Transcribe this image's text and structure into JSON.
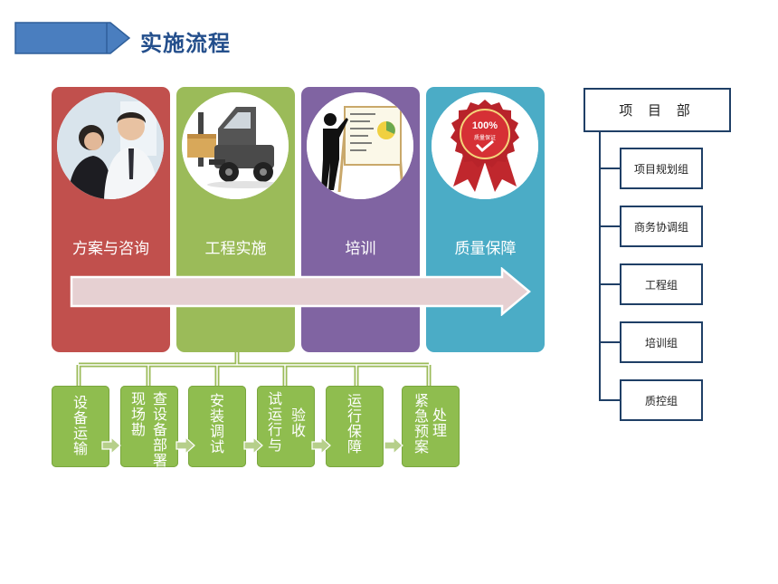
{
  "header": {
    "title": "实施流程"
  },
  "columns": [
    {
      "label": "方案与咨询",
      "color": "#c1504d",
      "image": "business-people-image"
    },
    {
      "label": "工程实施",
      "color": "#9bbb59",
      "image": "forklift-image"
    },
    {
      "label": "培训",
      "color": "#8064a2",
      "image": "presentation-board-image"
    },
    {
      "label": "质量保障",
      "color": "#4bacc6",
      "image": "quality-seal-image",
      "seal_text": "100%",
      "seal_subtext": "质量保证"
    }
  ],
  "steps": [
    {
      "label": "设备运输"
    },
    {
      "label": "现场勘查设备部署"
    },
    {
      "label": "安装调试"
    },
    {
      "label": "试运行与验收"
    },
    {
      "label": "运行保障"
    },
    {
      "label": "紧急预案处理"
    }
  ],
  "org": {
    "root": "项 目 部",
    "children": [
      "项目规划组",
      "商务协调组",
      "工程组",
      "培训组",
      "质控组"
    ]
  },
  "colors": {
    "title": "#244f8c",
    "header_bar": "#4a7ebf",
    "arrow_fill": "#e6d0d2",
    "step": "#8fbd4f",
    "org_border": "#1f3f66"
  }
}
